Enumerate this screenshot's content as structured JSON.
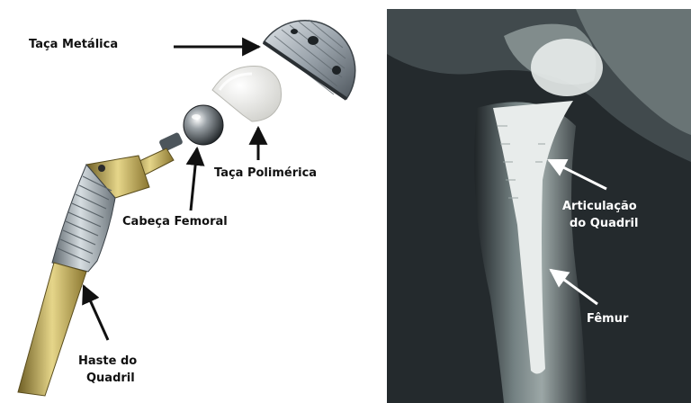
{
  "colors": {
    "label_dark": "#111111",
    "label_light": "#ffffff",
    "metal": "#9aa3ab",
    "polymer": "#f2f2ee",
    "gold": "#c9b35a",
    "xray_background": "#242a2d",
    "implant_on_xray": "#e8eceb"
  },
  "prosthesis": {
    "metal_cup": "Taça Metálica",
    "polymer_cup": "Taça Polimérica",
    "femoral_head": "Cabeça Femoral",
    "hip_stem": {
      "line1": "Haste do",
      "line2": "Quadril"
    }
  },
  "xray": {
    "hip_joint": {
      "line1": "Articulação",
      "line2": "do Quadril"
    },
    "femur": "Fêmur"
  }
}
